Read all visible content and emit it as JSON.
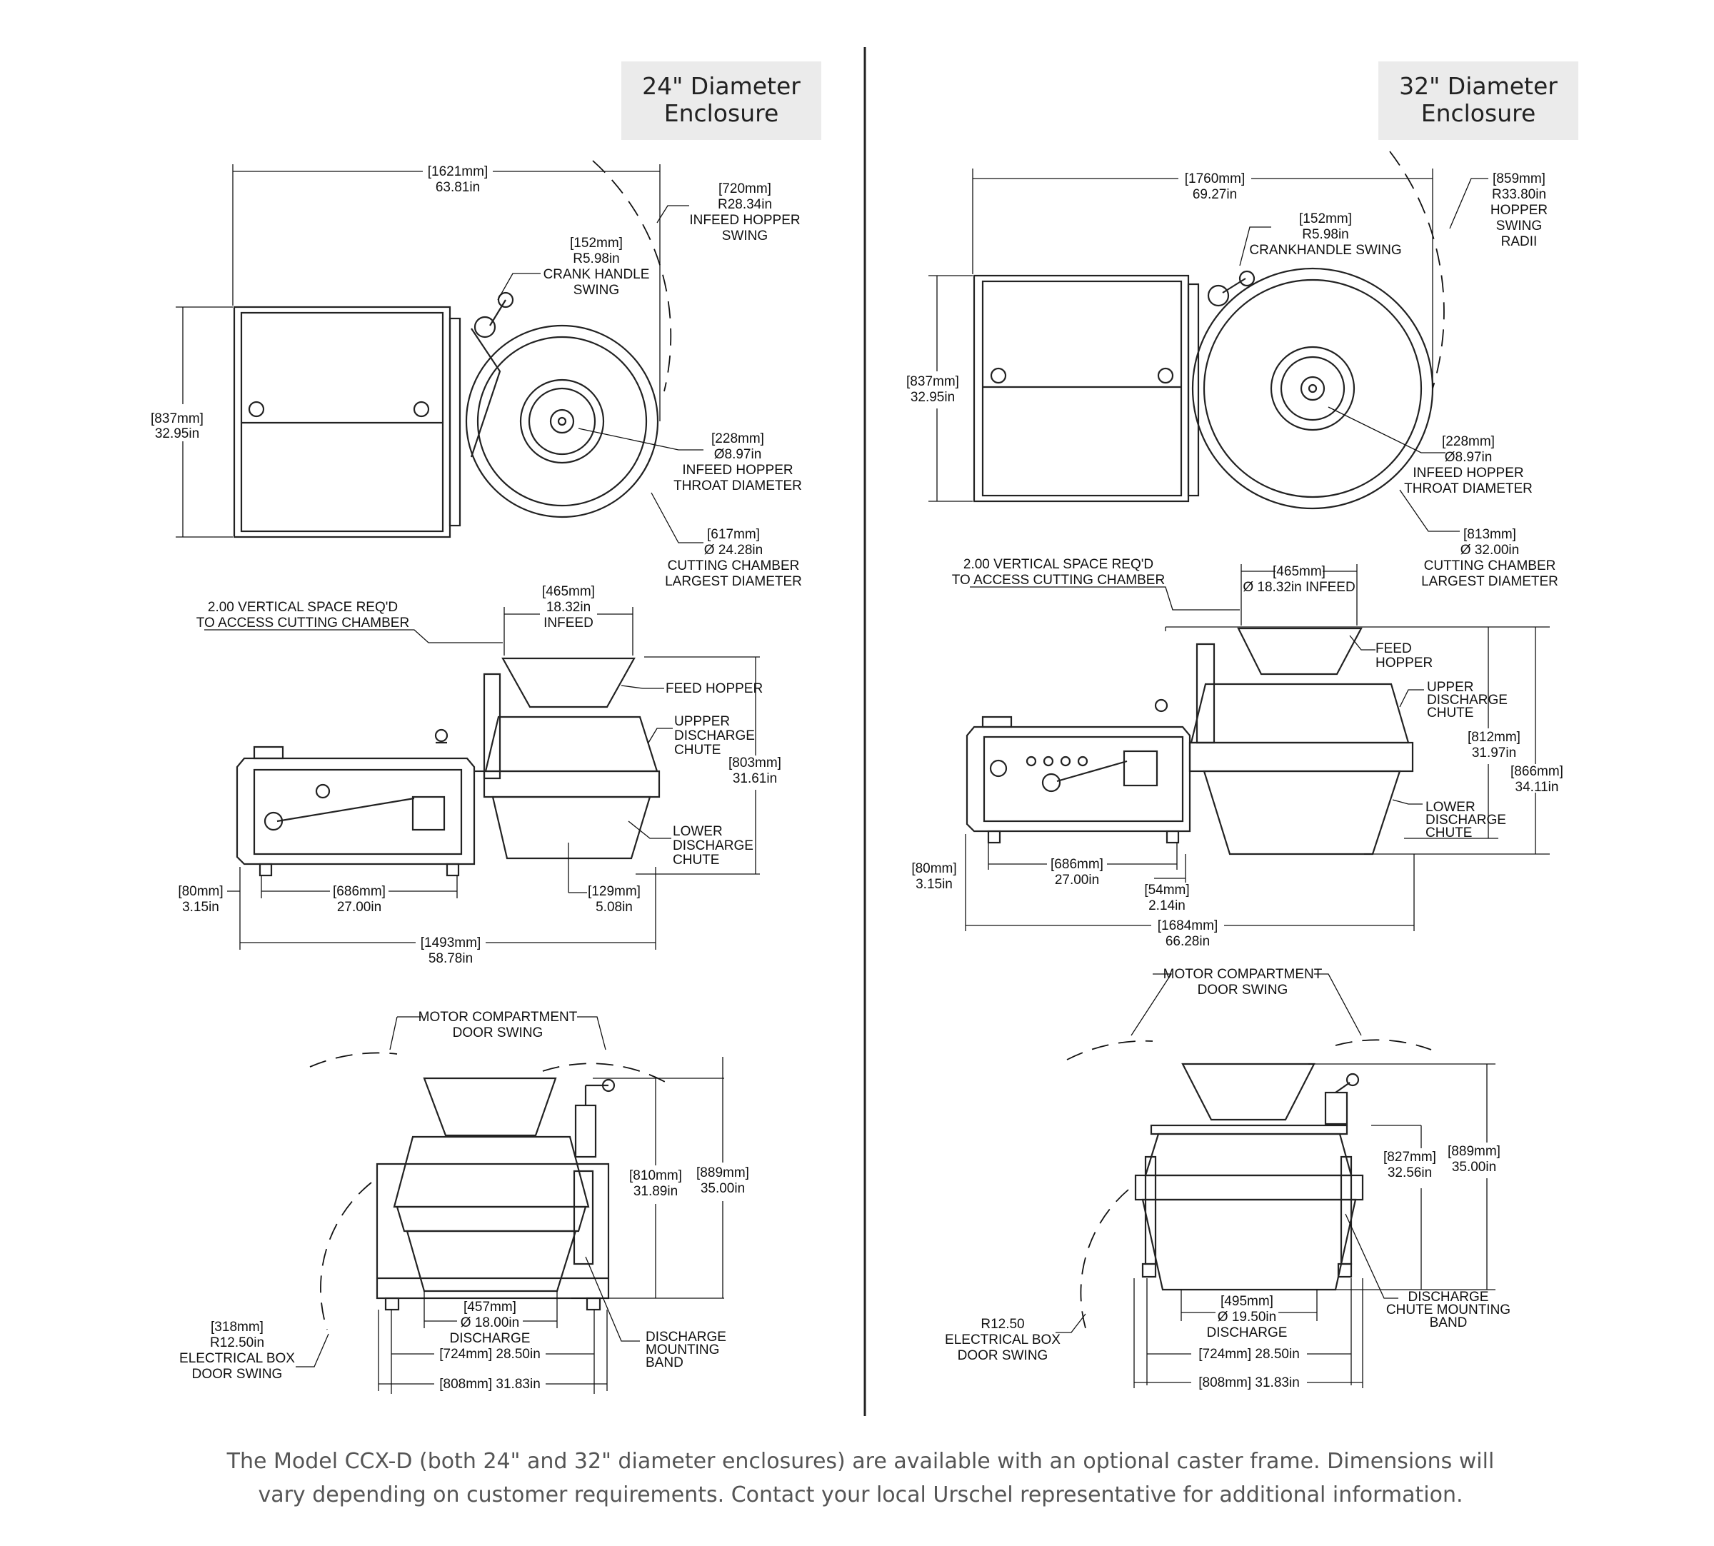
{
  "left_panel": {
    "title_lines": [
      "24\" Diameter",
      "Enclosure"
    ],
    "top_view": {
      "width": [
        "[1621mm]",
        "63.81in"
      ],
      "height": [
        "[837mm]",
        "32.95in"
      ],
      "hopper_swing": [
        "[720mm]",
        "R28.34in",
        "INFEED HOPPER",
        "SWING"
      ],
      "crank_swing": [
        "[152mm]",
        "R5.98in",
        "CRANK HANDLE",
        "SWING"
      ],
      "throat": [
        "[228mm]",
        "Ø8.97in",
        "INFEED HOPPER",
        "THROAT DIAMETER"
      ],
      "chamber": [
        "[617mm]",
        "Ø 24.28in",
        "CUTTING CHAMBER",
        "LARGEST DIAMETER"
      ]
    },
    "side_view": {
      "vertical_space": [
        "2.00 VERTICAL SPACE REQ'D",
        "TO ACCESS CUTTING CHAMBER"
      ],
      "infeed": [
        "[465mm]",
        "18.32in",
        "INFEED"
      ],
      "feed_hopper": "FEED HOPPER",
      "upper_chute": [
        "UPPPER",
        "DISCHARGE",
        "CHUTE"
      ],
      "lower_chute": [
        "LOWER",
        "DISCHARGE",
        "CHUTE"
      ],
      "height": [
        "[803mm]",
        "31.61in"
      ],
      "leg": [
        "[80mm]",
        "3.15in"
      ],
      "leg_span": [
        "[686mm]",
        "27.00in"
      ],
      "clearance": [
        "[129mm]",
        "5.08in"
      ],
      "length": [
        "[1493mm]",
        "58.78in"
      ]
    },
    "front_view": {
      "motor_door": [
        "MOTOR COMPARTMENT",
        "DOOR SWING"
      ],
      "height_inner": [
        "[810mm]",
        "31.89in"
      ],
      "height_outer": [
        "[889mm]",
        "35.00in"
      ],
      "discharge": [
        "[457mm]",
        "Ø 18.00in",
        "DISCHARGE"
      ],
      "band": [
        "DISCHARGE",
        "MOUNTING",
        "BAND"
      ],
      "elec_door": [
        "[318mm]",
        "R12.50in",
        "ELECTRICAL BOX",
        "DOOR SWING"
      ],
      "width_inner": "[724mm] 28.50in",
      "width_outer": "[808mm] 31.83in"
    }
  },
  "right_panel": {
    "title_lines": [
      "32\" Diameter",
      "Enclosure"
    ],
    "top_view": {
      "width": [
        "[1760mm]",
        "69.27in"
      ],
      "height": [
        "[837mm]",
        "32.95in"
      ],
      "hopper_swing": [
        "[859mm]",
        "R33.80in",
        "HOPPER",
        "SWING",
        "RADII"
      ],
      "crank_swing": [
        "[152mm]",
        "R5.98in",
        "CRANKHANDLE SWING"
      ],
      "throat": [
        "[228mm]",
        "Ø8.97in",
        "INFEED HOPPER",
        "THROAT DIAMETER"
      ],
      "chamber": [
        "[813mm]",
        "Ø 32.00in",
        "CUTTING CHAMBER",
        "LARGEST DIAMETER"
      ]
    },
    "side_view": {
      "vertical_space": [
        "2.00 VERTICAL SPACE REQ'D",
        "TO ACCESS CUTTING CHAMBER"
      ],
      "infeed": [
        "[465mm]",
        "Ø 18.32in INFEED"
      ],
      "feed_hopper": [
        "FEED",
        "HOPPER"
      ],
      "upper_chute": [
        "UPPER",
        "DISCHARGE",
        "CHUTE"
      ],
      "lower_chute": [
        "LOWER",
        "DISCHARGE",
        "CHUTE"
      ],
      "height_inner": [
        "[812mm]",
        "31.97in"
      ],
      "height_outer": [
        "[866mm]",
        "34.11in"
      ],
      "leg": [
        "[80mm]",
        "3.15in"
      ],
      "leg_span": [
        "[686mm]",
        "27.00in"
      ],
      "clearance": [
        "[54mm]",
        "2.14in"
      ],
      "length": [
        "[1684mm]",
        "66.28in"
      ]
    },
    "front_view": {
      "motor_door": [
        "MOTOR COMPARTMENT",
        "DOOR SWING"
      ],
      "height_inner": [
        "[827mm]",
        "32.56in"
      ],
      "height_outer": [
        "[889mm]",
        "35.00in"
      ],
      "discharge": [
        "[495mm]",
        "Ø 19.50in",
        "DISCHARGE"
      ],
      "band": [
        "DISCHARGE",
        "CHUTE MOUNTING",
        "BAND"
      ],
      "elec_door": [
        "R12.50",
        "ELECTRICAL BOX",
        "DOOR SWING"
      ],
      "width_inner": "[724mm] 28.50in",
      "width_outer": "[808mm] 31.83in"
    }
  },
  "footnote_lines": [
    "The Model CCX-D (both 24\" and 32\" diameter enclosures) are available with an optional caster frame. Dimensions will",
    "vary depending on customer requirements. Contact your local Urschel representative for additional information."
  ]
}
